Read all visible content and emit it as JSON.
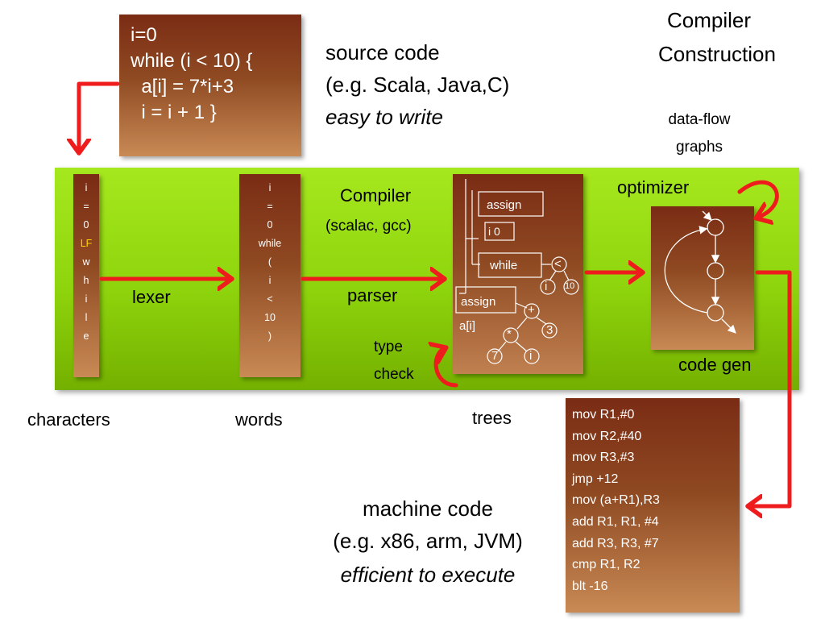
{
  "title": {
    "line1": "Compiler",
    "line2": "Construction"
  },
  "source_code_box": {
    "lines": [
      "i=0",
      "while (i < 10) {",
      "  a[i] = 7*i+3",
      "  i = i + 1 }"
    ]
  },
  "source_caption": {
    "line1": "source code",
    "line2": "(e.g. Scala, Java,C)",
    "line3": "easy to write"
  },
  "dataflow_label": {
    "line1": "data-flow",
    "line2": "graphs"
  },
  "characters_column": [
    "i",
    "=",
    "0",
    "LF",
    "w",
    "h",
    "i",
    "l",
    "e"
  ],
  "words_column": [
    "i",
    "=",
    "0",
    "while",
    "(",
    "i",
    "<",
    "10",
    ")"
  ],
  "stage_labels": {
    "lexer": "lexer",
    "parser": "parser",
    "compiler": "Compiler",
    "compiler_examples": "(scalac, gcc)",
    "optimizer": "optimizer",
    "code_gen": "code gen",
    "type_check_line1": "type",
    "type_check_line2": "check"
  },
  "bottom_labels": {
    "characters": "characters",
    "words": "words",
    "trees": "trees"
  },
  "tree": {
    "assign1": "assign",
    "assign1_children": "i  0",
    "while": "while",
    "lt": "<",
    "i": "i",
    "ten": "10",
    "assign2": "assign",
    "a_i": "a[i]",
    "plus": "+",
    "three": "3",
    "times": "*",
    "seven": "7",
    "i2": "i"
  },
  "machine_code": [
    "mov R1,#0",
    "mov R2,#40",
    "mov R3,#3",
    "jmp +12",
    "mov (a+R1),R3",
    "add R1, R1, #4",
    "add R3, R3, #7",
    "cmp R1, R2",
    "blt -16"
  ],
  "machine_caption": {
    "line1": "machine code",
    "line2": "(e.g. x86, arm, JVM)",
    "line3": "efficient to execute"
  },
  "colors": {
    "brown_dark": "#7a2c14",
    "green": "#92d10f",
    "arrow_red": "#ee1c1c",
    "lf_yellow": "#ffd200"
  }
}
